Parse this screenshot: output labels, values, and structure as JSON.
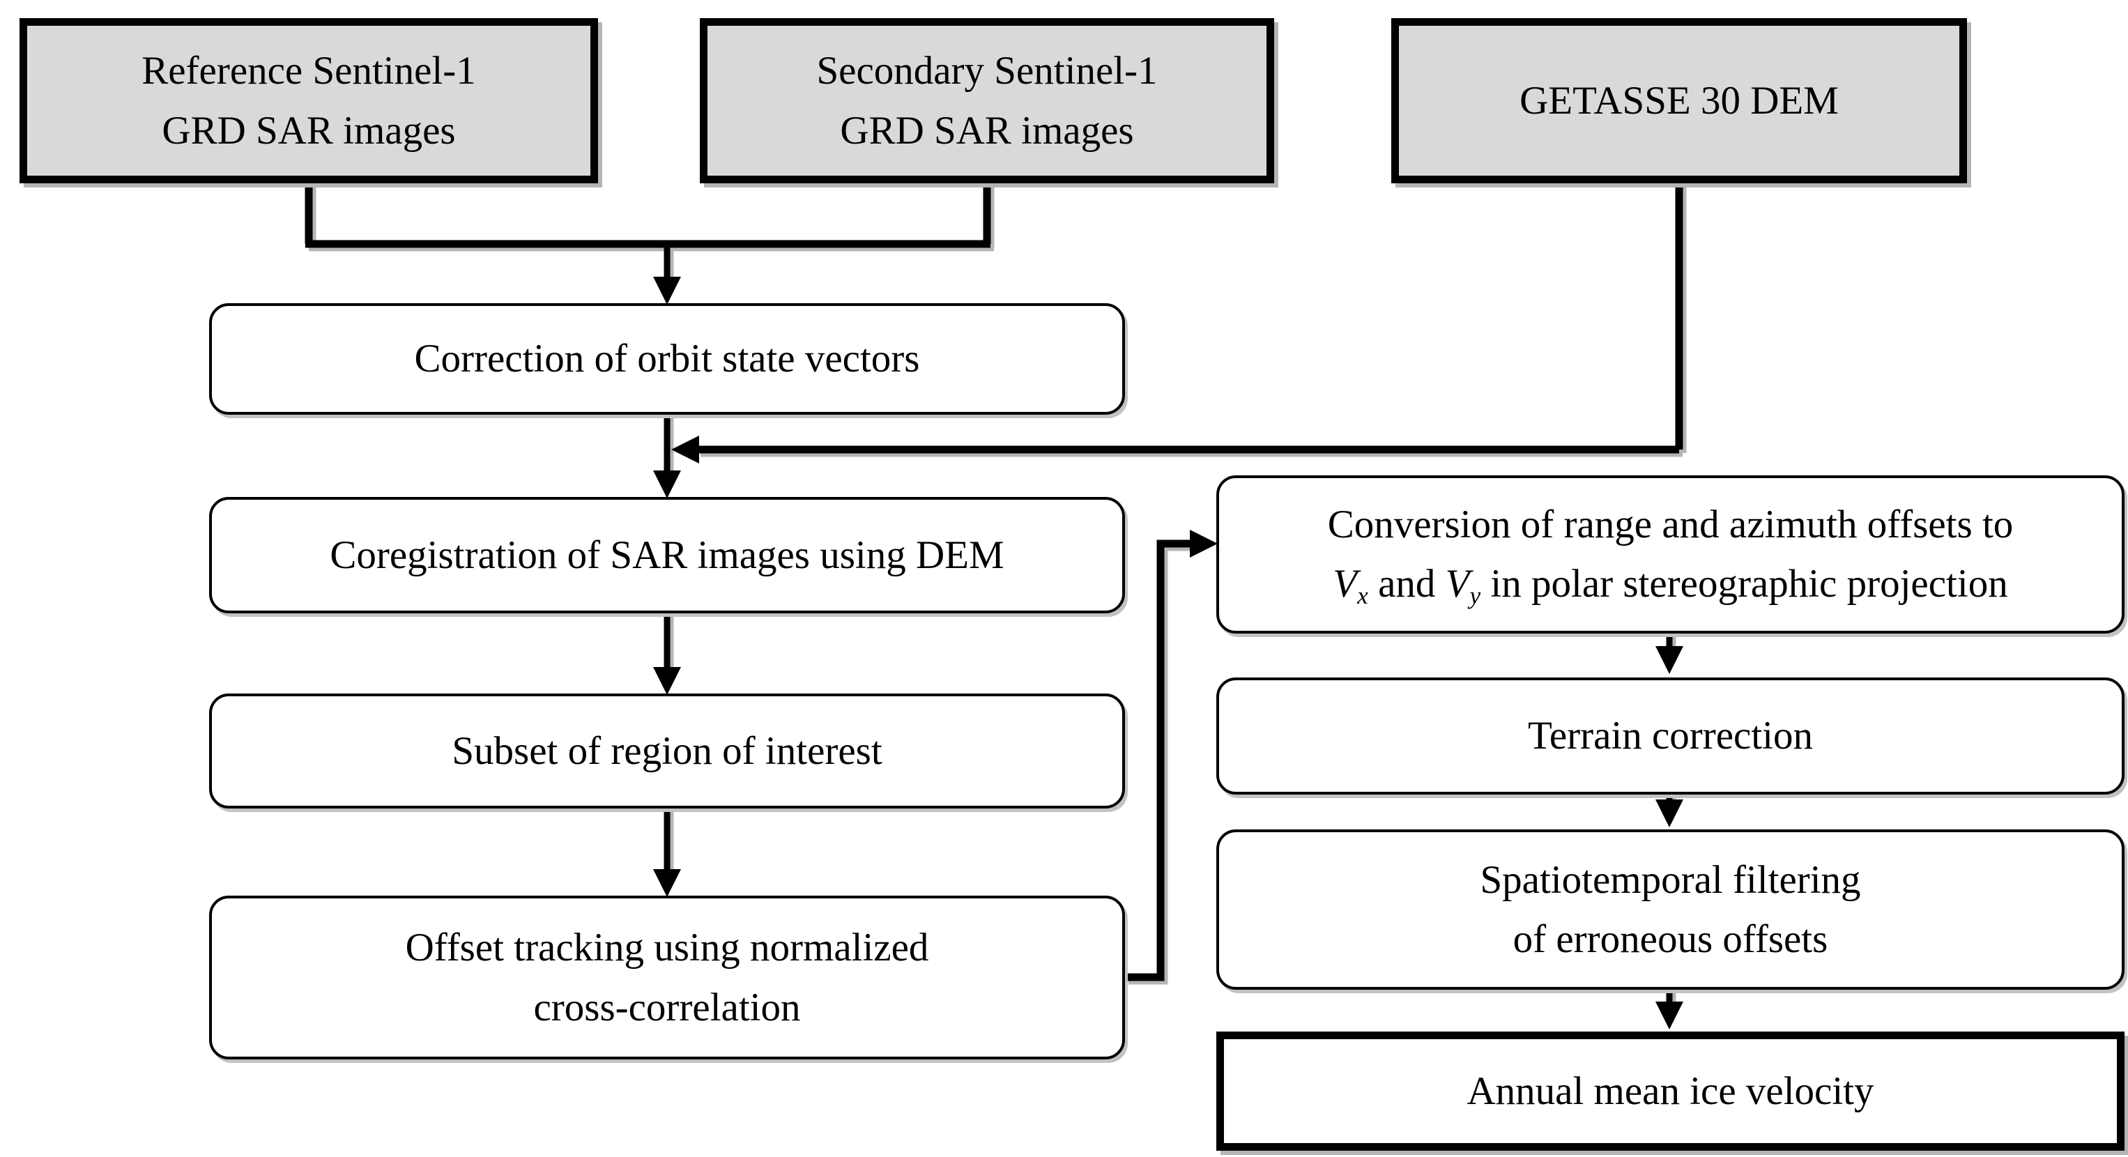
{
  "colors": {
    "input_box_fill": "#d9d9d9",
    "process_box_fill": "#ffffff",
    "line_color": "#000000",
    "background": "#ffffff"
  },
  "boxes": {
    "reference": {
      "lines": [
        "Reference Sentinel-1",
        "GRD SAR images"
      ]
    },
    "secondary": {
      "lines": [
        "Secondary Sentinel-1",
        "GRD SAR images"
      ]
    },
    "dem": {
      "lines": [
        "GETASSE 30 DEM"
      ]
    },
    "orbit": {
      "lines": [
        "Correction of orbit state vectors"
      ]
    },
    "coregistration": {
      "lines": [
        "Coregistration of SAR images using DEM"
      ]
    },
    "subset": {
      "lines": [
        "Subset of region of interest"
      ]
    },
    "offset_tracking": {
      "lines": [
        "Offset tracking using normalized",
        "cross-correlation"
      ]
    },
    "conversion": {
      "line1": "Conversion of range and azimuth offsets to",
      "line2_segments": [
        {
          "text": "V",
          "italic": true
        },
        {
          "text": "x",
          "sub": true
        },
        {
          "text": " and "
        },
        {
          "text": "V",
          "italic": true
        },
        {
          "text": "y",
          "sub": true
        },
        {
          "text": " in polar stereographic projection"
        }
      ]
    },
    "terrain": {
      "lines": [
        "Terrain correction"
      ]
    },
    "filtering": {
      "lines": [
        "Spatiotemporal filtering",
        "of erroneous offsets"
      ]
    },
    "output": {
      "lines": [
        "Annual mean ice velocity"
      ]
    }
  }
}
